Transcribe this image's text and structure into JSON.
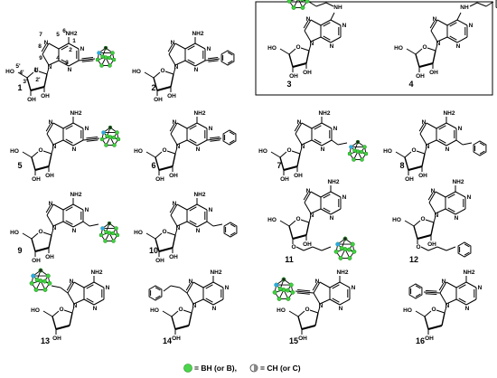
{
  "compounds": [
    {
      "id": "c1",
      "number": "1",
      "substituent": "ethynyl-carborane",
      "position": "C2"
    },
    {
      "id": "c2",
      "number": "2",
      "substituent": "phenylethynyl",
      "position": "C2"
    },
    {
      "id": "c3",
      "number": "3",
      "substituent": "carboranyl-propylamino",
      "position": "N6"
    },
    {
      "id": "c4",
      "number": "4",
      "substituent": "phenylpropylamino",
      "position": "N6"
    },
    {
      "id": "c5",
      "number": "5",
      "substituent": "ethynyl-carborane",
      "position": "C2"
    },
    {
      "id": "c6",
      "number": "6",
      "substituent": "phenylethynyl",
      "position": "C2"
    },
    {
      "id": "c7",
      "number": "7",
      "substituent": "carboranyl-ethyl",
      "position": "C2"
    },
    {
      "id": "c8",
      "number": "8",
      "substituent": "phenylethyl",
      "position": "C2"
    },
    {
      "id": "c9",
      "number": "9",
      "substituent": "carboranyl-ethyl",
      "position": "C2"
    },
    {
      "id": "c10",
      "number": "10",
      "substituent": "phenylethyl",
      "position": "C2"
    },
    {
      "id": "c11",
      "number": "11",
      "substituent": "carboranyl-propoxy",
      "position": "O3'"
    },
    {
      "id": "c12",
      "number": "12",
      "substituent": "phenylpropoxy",
      "position": "O3'"
    },
    {
      "id": "c13",
      "number": "13",
      "substituent": "carboranyl-ethyl",
      "position": "C8"
    },
    {
      "id": "c14",
      "number": "14",
      "substituent": "phenylethyl",
      "position": "C8"
    },
    {
      "id": "c15",
      "number": "15",
      "substituent": "ethynyl-carborane",
      "position": "C8"
    },
    {
      "id": "c16",
      "number": "16",
      "substituent": "phenylethynyl",
      "position": "C8"
    }
  ],
  "atom_labels": {
    "nh2": "NH2",
    "nh": "NH",
    "n": "N",
    "o": "O",
    "oh": "OH",
    "ho": "HO"
  },
  "numbering_1": [
    "7",
    "8",
    "9",
    "5",
    "4",
    "6",
    "1",
    "2",
    "3",
    "5'",
    "4'",
    "1'",
    "3'",
    "2'"
  ],
  "legend": {
    "bh_text": "= BH (or B),",
    "ch_text": "= CH (or C)",
    "bh_color": "#4cd44c",
    "ch_color": "#8a8a8a"
  },
  "colors": {
    "carborane_green": "#3fd13f",
    "carborane_highlight": "#2aa9e8",
    "bond": "#000000"
  }
}
